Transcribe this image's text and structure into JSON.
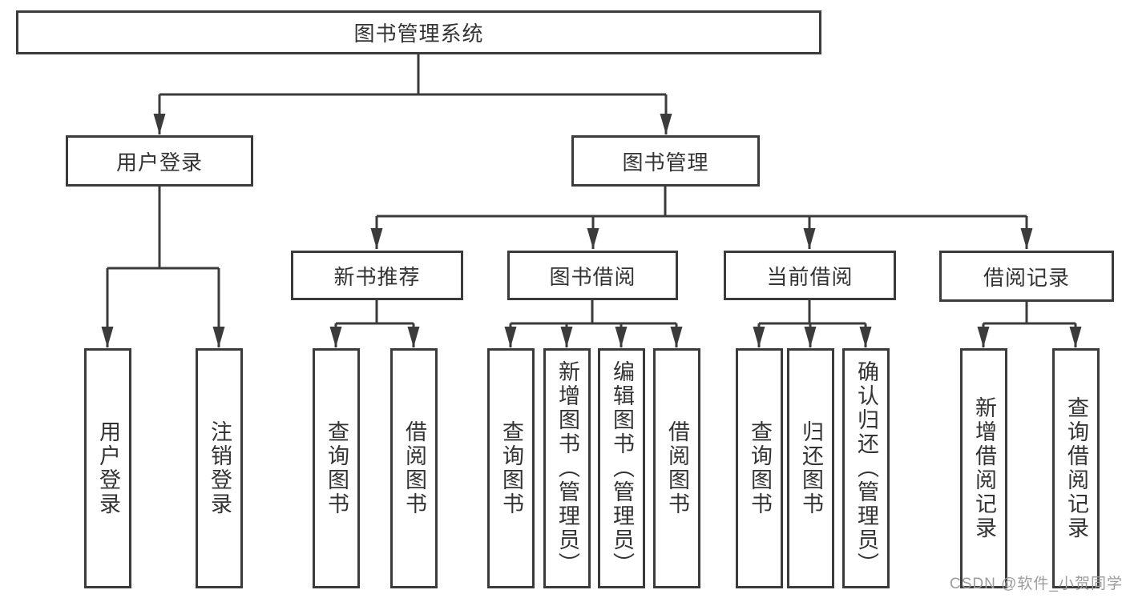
{
  "diagram": {
    "root": {
      "label": "图书管理系统"
    },
    "branches": [
      {
        "label": "用户登录",
        "children": [
          {
            "label": "用户登录"
          },
          {
            "label": "注销登录"
          }
        ]
      },
      {
        "label": "图书管理",
        "children": [
          {
            "label": "新书推荐",
            "children": [
              {
                "label": "查询图书"
              },
              {
                "label": "借阅图书"
              }
            ]
          },
          {
            "label": "图书借阅",
            "children": [
              {
                "label": "查询图书"
              },
              {
                "label": "新增图书（管理员）"
              },
              {
                "label": "编辑图书（管理员）"
              },
              {
                "label": "借阅图书"
              }
            ]
          },
          {
            "label": "当前借阅",
            "children": [
              {
                "label": "查询图书"
              },
              {
                "label": "归还图书"
              },
              {
                "label": "确认归还（管理员）"
              }
            ]
          },
          {
            "label": "借阅记录",
            "children": [
              {
                "label": "新增借阅记录"
              },
              {
                "label": "查询借阅记录"
              }
            ]
          }
        ]
      }
    ]
  },
  "watermark": {
    "text": "CSDN @软件_小贺同学"
  },
  "colors": {
    "line": "#3b3b3b",
    "text": "#333333",
    "watermark": "#9c9c9c",
    "background": "#ffffff"
  }
}
